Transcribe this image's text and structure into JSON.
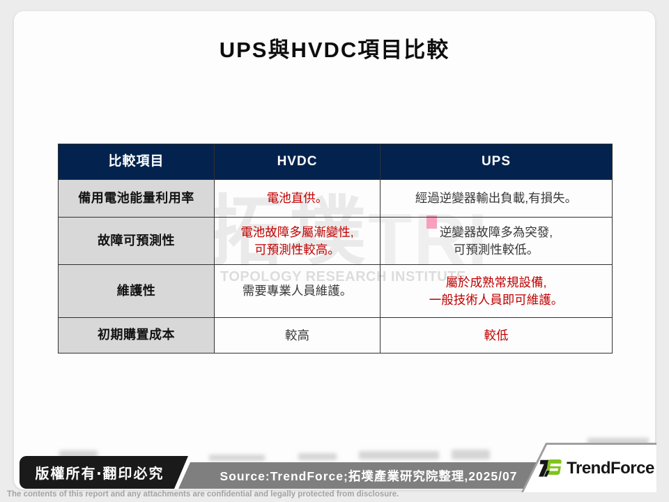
{
  "title": "UPS與HVDC項目比較",
  "table": {
    "headers": [
      "比較項目",
      "HVDC",
      "UPS"
    ],
    "rows": [
      {
        "label": "備用電池能量利用率",
        "hvdc": {
          "text": "電池直供。",
          "highlight": true
        },
        "ups": {
          "text": "經過逆變器輸出負載,有損失。",
          "highlight": false
        }
      },
      {
        "label": "故障可預測性",
        "hvdc": {
          "text": "電池故障多屬漸變性,\n可預測性較高。",
          "highlight": true
        },
        "ups": {
          "text": "逆變器故障多為突發,\n可預測性較低。",
          "highlight": false
        }
      },
      {
        "label": "維護性",
        "hvdc": {
          "text": "需要專業人員維護。",
          "highlight": false
        },
        "ups": {
          "text": "屬於成熟常規設備,\n一般技術人員即可維護。",
          "highlight": true
        }
      },
      {
        "label": "初期購置成本",
        "hvdc": {
          "text": "較高",
          "highlight": false
        },
        "ups": {
          "text": "較低",
          "highlight": true
        }
      }
    ],
    "colors": {
      "header_bg": "#03234e",
      "header_text": "#ffffff",
      "label_bg": "#d8d8d8",
      "highlight_text": "#c00000",
      "body_text": "#383838",
      "border": "#303030"
    }
  },
  "watermark": {
    "cjk": "拓墣",
    "latin_big": "TRI",
    "caps": "TOPOLOGY RESEARCH INSTITUTE",
    "pink_color": "#f492b3"
  },
  "footer": {
    "copyright": "版權所有‧翻印必究",
    "source": "Source:TrendForce;拓墣產業研究院整理,2025/07",
    "brand": "TrendForce",
    "disclaimer": "The contents of this report and any attachments are confidential and legally protected from disclosure.",
    "colors": {
      "copyright_bg": "#1a1a1a",
      "source_bg": "#7f7f7f",
      "brand_green": "#7fc31c"
    }
  }
}
